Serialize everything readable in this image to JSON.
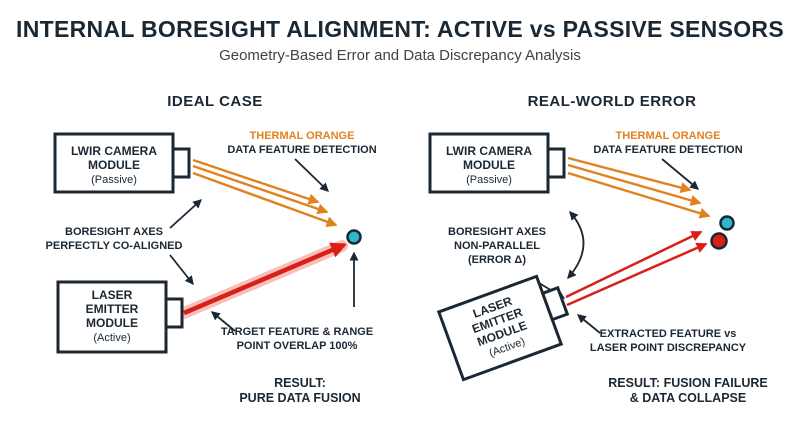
{
  "header": {
    "title": "INTERNAL BORESIGHT ALIGNMENT: ACTIVE vs PASSIVE SENSORS",
    "subtitle": "Geometry-Based Error and Data Discrepancy Analysis"
  },
  "colors": {
    "ink": "#1b2833",
    "orange": "#e0821e",
    "red": "#d92018",
    "cyan": "#2fb7cd"
  },
  "panels": {
    "ideal": {
      "heading": "IDEAL CASE",
      "camera_module": {
        "line1": "LWIR CAMERA",
        "line2": "MODULE",
        "line3": "(Passive)"
      },
      "laser_module": {
        "line1": "LASER",
        "line2": "EMITTER",
        "line3": "MODULE",
        "line4": "(Active)"
      },
      "thermal_label": {
        "line1": "THERMAL ORANGE",
        "line2": "DATA FEATURE DETECTION"
      },
      "boresight_label": {
        "line1": "BORESIGHT AXES",
        "line2": "PERFECTLY CO-ALIGNED"
      },
      "target_label": {
        "line1": "TARGET FEATURE & RANGE",
        "line2": "POINT OVERLAP 100%"
      },
      "result": {
        "line1": "RESULT:",
        "line2": "PURE DATA FUSION"
      }
    },
    "real": {
      "heading": "REAL-WORLD ERROR",
      "camera_module": {
        "line1": "LWIR CAMERA",
        "line2": "MODULE",
        "line3": "(Passive)"
      },
      "laser_module": {
        "line1": "LASER",
        "line2": "EMITTER",
        "line3": "MODULE",
        "line4": "(Active)"
      },
      "thermal_label": {
        "line1": "THERMAL ORANGE",
        "line2": "DATA FEATURE DETECTION"
      },
      "boresight_label": {
        "line1": "BORESIGHT AXES",
        "line2": "NON-PARALLEL",
        "line3": "(ERROR Δ)"
      },
      "discrepancy_label": {
        "line1": "EXTRACTED FEATURE vs",
        "line2": "LASER POINT DISCREPANCY"
      },
      "result": {
        "line1": "RESULT: FUSION FAILURE",
        "line2": "& DATA COLLAPSE"
      }
    }
  }
}
